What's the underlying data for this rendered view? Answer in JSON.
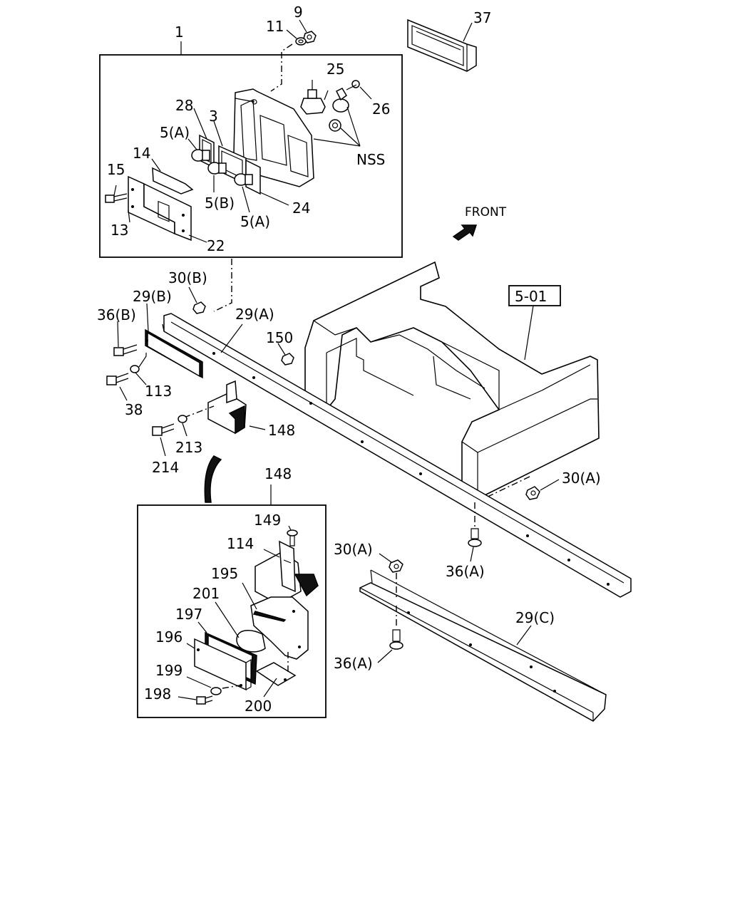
{
  "callouts": {
    "c1": "1",
    "c9": "9",
    "c11": "11",
    "c37": "37",
    "c25": "25",
    "c26": "26",
    "c28": "28",
    "c3": "3",
    "c5a_top": "5(A)",
    "c14": "14",
    "c15": "15",
    "cNSS": "NSS",
    "c5b": "5(B)",
    "c24": "24",
    "c5a_bottom": "5(A)",
    "c13": "13",
    "c22": "22",
    "c30b": "30(B)",
    "c29b": "29(B)",
    "c29a": "29(A)",
    "c36b": "36(B)",
    "c150": "150",
    "c113": "113",
    "c38": "38",
    "c148": "148",
    "c213": "213",
    "c214": "214",
    "c148_box": "148",
    "c30a_right": "30(A)",
    "c149": "149",
    "c114": "114",
    "c195": "195",
    "c201": "201",
    "c197": "197",
    "c196": "196",
    "c199": "199",
    "c198": "198",
    "c200": "200",
    "c30a_mid": "30(A)",
    "c36a_mid": "36(A)",
    "c29c": "29(C)",
    "c36a_low": "36(A)"
  },
  "front_label": "FRONT",
  "ref_box": "5-01",
  "icons": {
    "front_arrow": "arrow-icon"
  }
}
